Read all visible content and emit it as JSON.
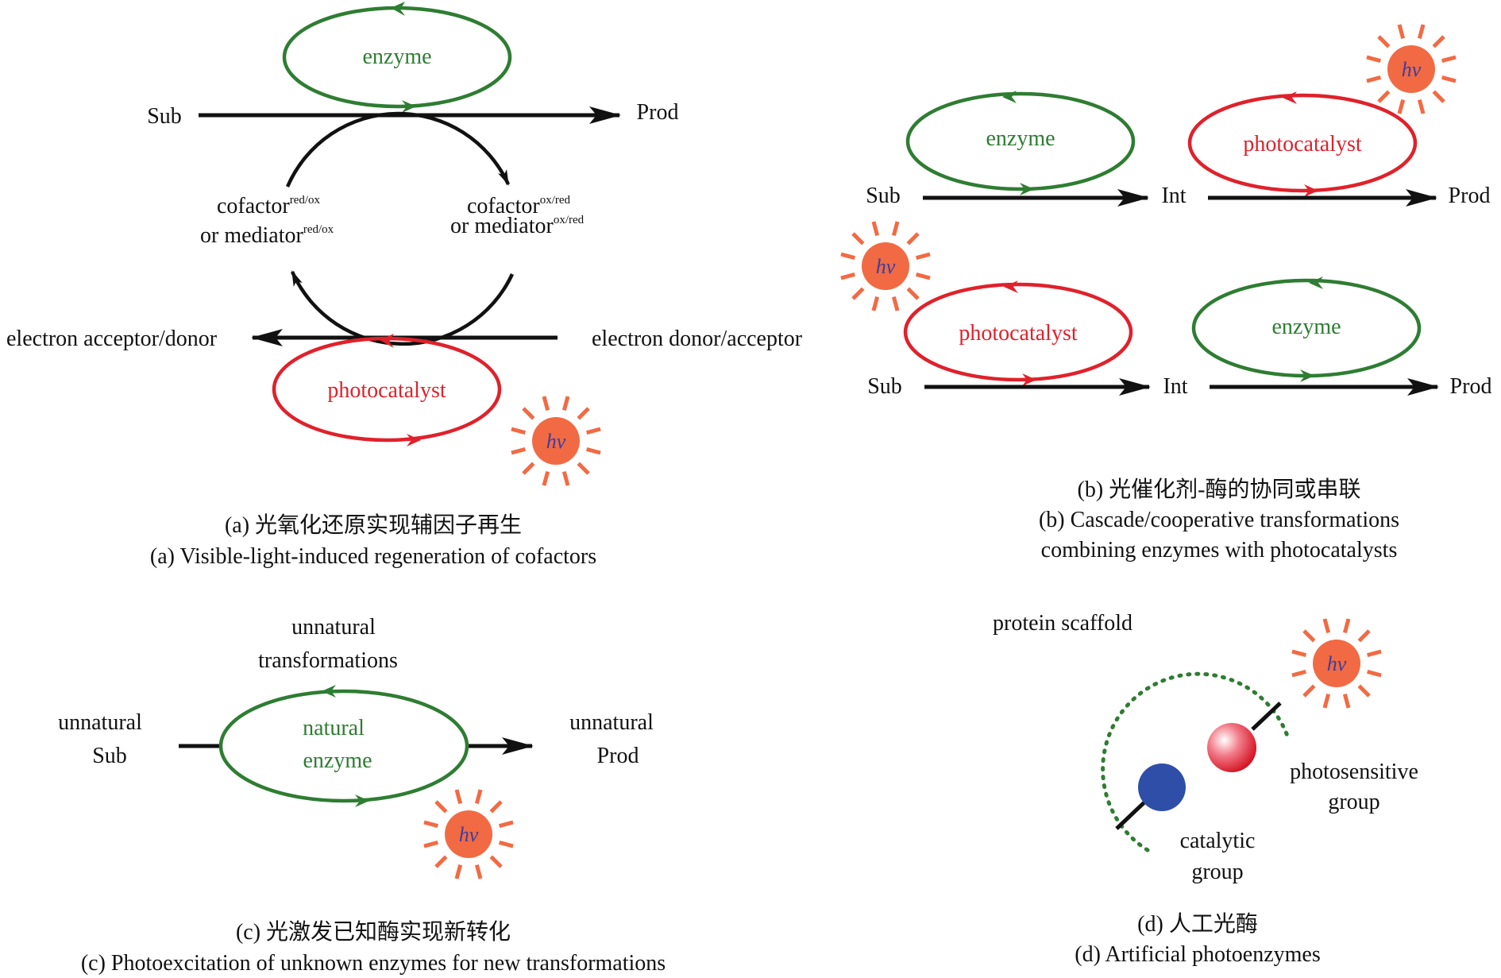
{
  "colors": {
    "enzyme": "#2e7d32",
    "photocatalyst": "#e0212b",
    "sun": "#f26a43",
    "hv_text": "#3b3fa0",
    "arrow": "#111111",
    "catalytic_group": "#2f4ea8",
    "photosensitive_group": "#e0212b"
  },
  "common": {
    "enzyme": "enzyme",
    "photocatalyst": "photocatalyst",
    "hv": "hv",
    "sub": "Sub",
    "prod": "Prod",
    "int": "Int"
  },
  "panel_a": {
    "cofactor_left": "cofactor",
    "cofactor_left_sup": "red/ox",
    "mediator_left": "or mediator",
    "mediator_left_sup": "red/ox",
    "cofactor_right": "cofactor",
    "cofactor_right_sup": "ox/red",
    "mediator_right": "or mediator",
    "mediator_right_sup": "ox/red",
    "electron_left": "electron acceptor/donor",
    "electron_right": "electron donor/acceptor",
    "caption_zh": "(a) 光氧化还原实现辅因子再生",
    "caption_en": "(a) Visible-light-induced regeneration of cofactors"
  },
  "panel_b": {
    "caption_zh": "(b) 光催化剂-酶的协同或串联",
    "caption_en_1": "(b) Cascade/cooperative transformations",
    "caption_en_2": "combining enzymes with photocatalysts"
  },
  "panel_c": {
    "top_1": "unnatural",
    "top_2": "transformations",
    "sub_1": "unnatural",
    "sub_2": "Sub",
    "prod_1": "unnatural",
    "prod_2": "Prod",
    "enzyme_1": "natural",
    "enzyme_2": "enzyme",
    "caption_zh": "(c) 光激发已知酶实现新转化",
    "caption_en": "(c) Photoexcitation of unknown enzymes for new transformations"
  },
  "panel_d": {
    "scaffold": "protein scaffold",
    "photosensitive_1": "photosensitive",
    "photosensitive_2": "group",
    "catalytic_1": "catalytic",
    "catalytic_2": "group",
    "caption_zh": "(d) 人工光酶",
    "caption_en": "(d) Artificial photoenzymes"
  }
}
